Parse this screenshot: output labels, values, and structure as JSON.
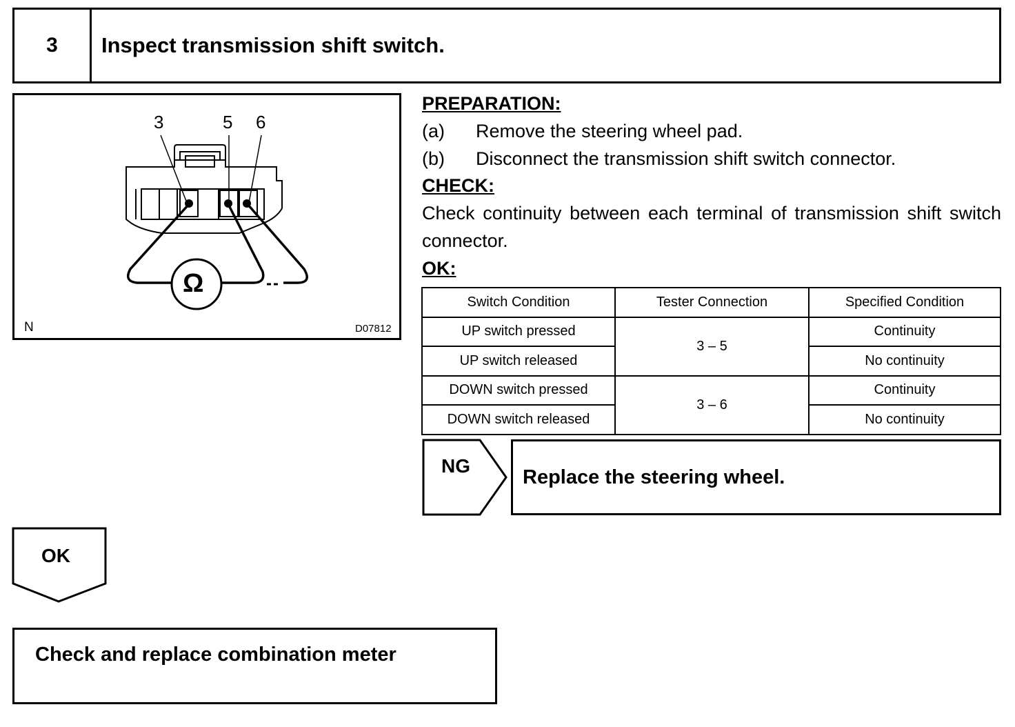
{
  "step": {
    "number": "3",
    "title": "Inspect transmission shift switch."
  },
  "diagram": {
    "terminal_labels": [
      "3",
      "5",
      "6"
    ],
    "meter_symbol": "Ω",
    "corner_left": "N",
    "figure_code": "D07812"
  },
  "preparation": {
    "heading": "PREPARATION:",
    "items": [
      {
        "letter": "(a)",
        "text": "Remove the steering wheel pad."
      },
      {
        "letter": "(b)",
        "text": "Disconnect the transmission shift switch connector."
      }
    ]
  },
  "check": {
    "heading": "CHECK:",
    "text": "Check continuity between each terminal of transmission shift switch connector."
  },
  "ok_section": {
    "heading": "OK:",
    "columns": [
      "Switch Condition",
      "Tester Connection",
      "Specified Condition"
    ],
    "rows": [
      {
        "condition": "UP switch pressed",
        "specified": "Continuity"
      },
      {
        "condition": "UP switch released",
        "specified": "No continuity"
      },
      {
        "condition": "DOWN switch pressed",
        "specified": "Continuity"
      },
      {
        "condition": "DOWN switch released",
        "specified": "No continuity"
      }
    ],
    "connections": [
      "3 – 5",
      "3 – 6"
    ]
  },
  "ng_branch": {
    "label": "NG",
    "action": "Replace the steering wheel."
  },
  "ok_branch": {
    "label": "OK",
    "action": "Check and replace combination meter"
  }
}
